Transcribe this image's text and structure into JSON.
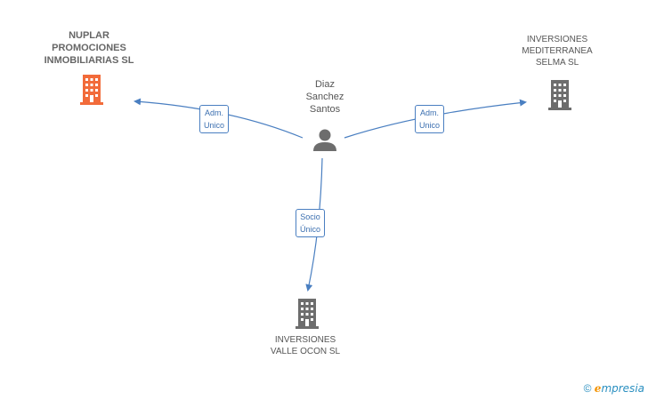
{
  "colors": {
    "edge": "#4a7fc1",
    "highlight_company": "#f26b3a",
    "company": "#6d6d6d",
    "person": "#6d6d6d"
  },
  "nodes": {
    "person": {
      "label": "Diaz\nSanchez\nSantos",
      "icon": "person-icon"
    },
    "nuplar": {
      "label": "NUPLAR\nPROMOCIONES\nINMOBILIARIAS SL",
      "icon": "building-icon"
    },
    "mediterranea": {
      "label": "INVERSIONES\nMEDITERRANEA\nSELMA SL",
      "icon": "building-icon"
    },
    "valle": {
      "label": "INVERSIONES\nVALLE OCON SL",
      "icon": "building-icon"
    }
  },
  "edges": {
    "to_nuplar": {
      "label": "Adm.\nUnico"
    },
    "to_mediterranea": {
      "label": "Adm.\nUnico"
    },
    "to_valle": {
      "label": "Socio\nÚnico"
    }
  },
  "footer": {
    "copyright": "©",
    "brand_initial": "e",
    "brand_rest": "mpresia"
  }
}
